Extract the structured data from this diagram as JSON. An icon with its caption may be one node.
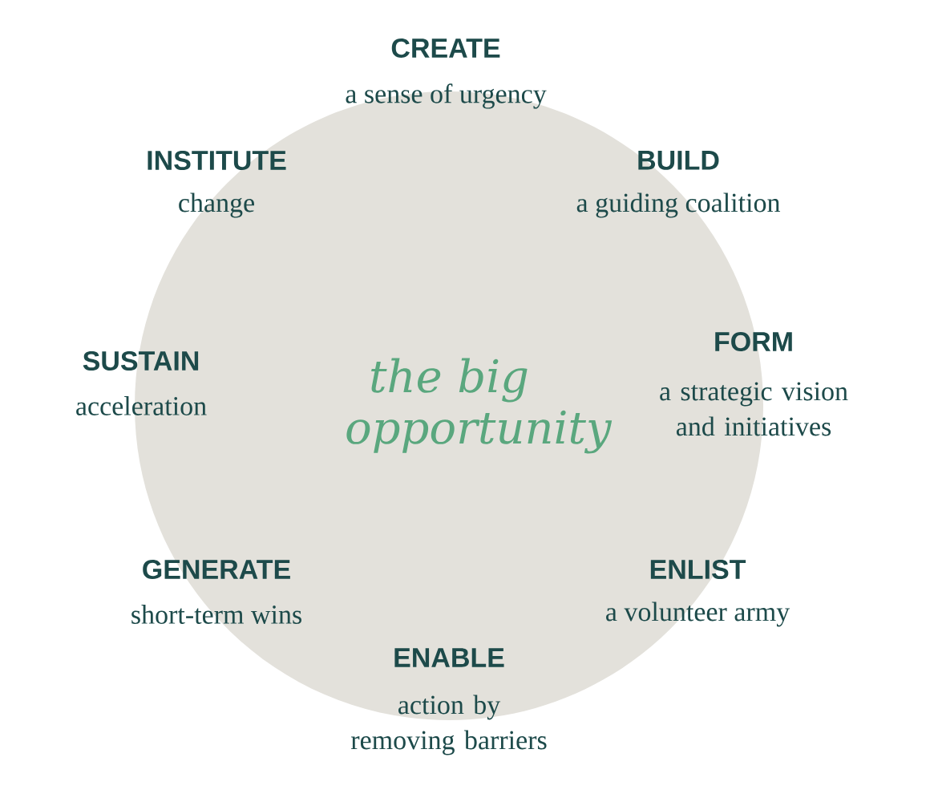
{
  "diagram": {
    "nodes": [
      {
        "text": [
          "the big opportunity"
        ]
      }
    ],
    "labels": [
      "CREATE",
      "a sense of urgency",
      "INSTITUTE",
      "change",
      "BUILD",
      "a guiding coalition",
      "FORM",
      "a strategic vision and initiatives",
      "SUSTAIN",
      "acceleration",
      "GENERATE",
      "short-term wins",
      "ENLIST",
      "a volunteer army",
      "ENABLE",
      "action by removing barriers"
    ]
  }
}
